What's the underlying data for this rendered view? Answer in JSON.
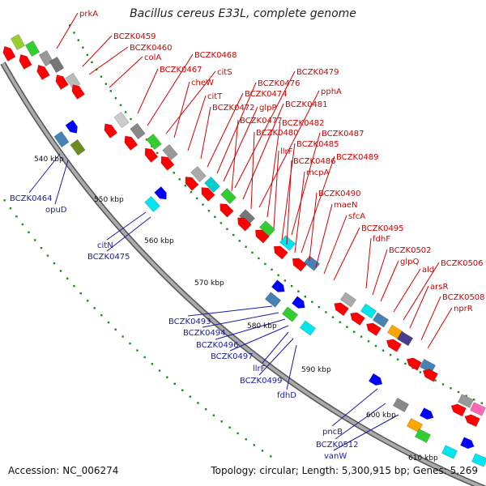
{
  "title": "Bacillus cereus E33L, complete genome",
  "footer": {
    "accession": "Accession: NC_006274",
    "summary": "Topology: circular; Length: 5,300,915 bp; Genes: 5,269"
  },
  "colors": {
    "forward_label": "#d40000",
    "reverse_label": "#1a1aa8",
    "backbone": "#888888",
    "tick": "#1a8a1a",
    "forward_gene": "#ff0000",
    "reverse_gene": "#0000ff"
  },
  "scale_labels": [
    "540 kbp",
    "550 kbp",
    "560 kbp",
    "570 kbp",
    "580 kbp",
    "590 kbp",
    "600 kbp",
    "610 kbp"
  ],
  "forward_labels": [
    "prkA",
    "BCZK0459",
    "BCZK0460",
    "colA",
    "BCZK0467",
    "BCZK0468",
    "citS",
    "cheW",
    "citT",
    "BCZK0472",
    "BCZK0474",
    "BCZK0476",
    "BCZK0479",
    "glpP",
    "BCZK0477",
    "BCZK0481",
    "pphA",
    "BCZK0480",
    "BCZK0482",
    "llrF",
    "BCZK0487",
    "BCZK0485",
    "BCZK0486",
    "BCZK0489",
    "mcpA",
    "BCZK0490",
    "maeN",
    "sfcA",
    "BCZK0495",
    "fdhF",
    "BCZK0502",
    "glpQ",
    "ald",
    "BCZK0506",
    "arsR",
    "BCZK0508",
    "nprR"
  ],
  "reverse_labels": [
    "BCZK0464",
    "opuD",
    "citN",
    "BCZK0475",
    "BCZK0493",
    "BCZK0494",
    "BCZK0496",
    "BCZK0497",
    "llrF",
    "BCZK0499",
    "fdhD",
    "pncB",
    "BCZK0512",
    "vanW"
  ]
}
